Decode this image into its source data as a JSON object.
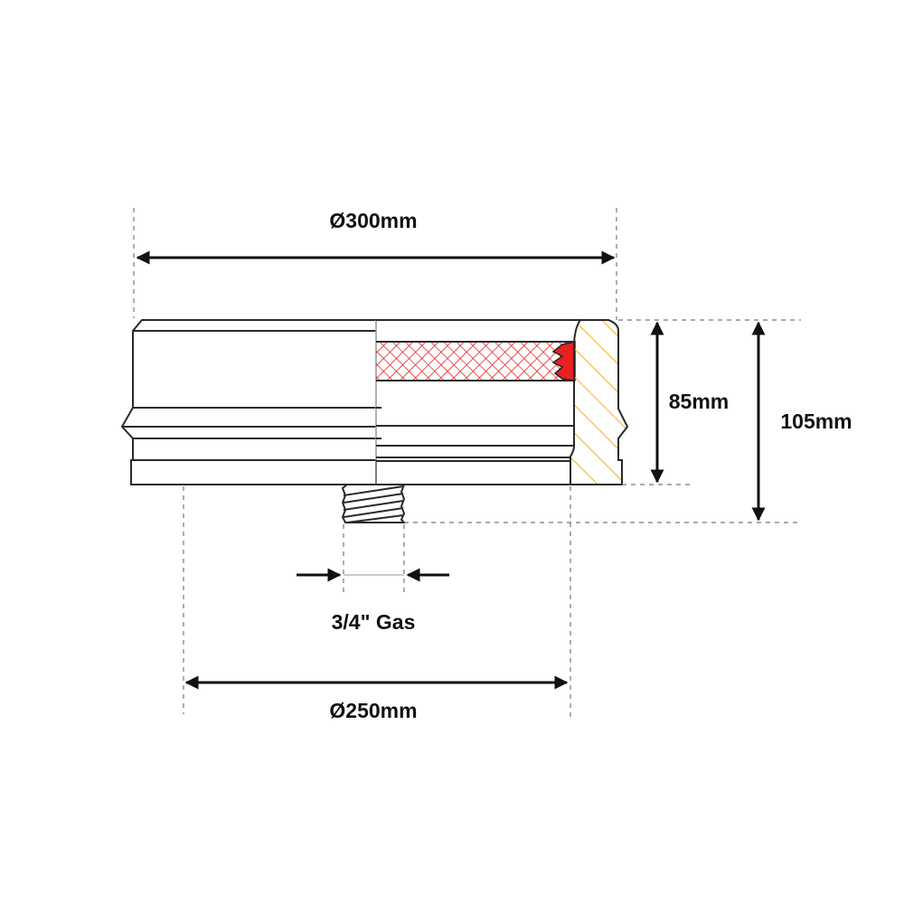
{
  "labels": {
    "outer_diameter": "Ø300mm",
    "body_height": "85mm",
    "total_height": "105mm",
    "thread": "3/4\" Gas",
    "inner_diameter": "Ø250mm"
  },
  "colors": {
    "filter_mesh": "#e82020",
    "section_hatch": "#f5b21a",
    "line": "#2a2a2a"
  }
}
